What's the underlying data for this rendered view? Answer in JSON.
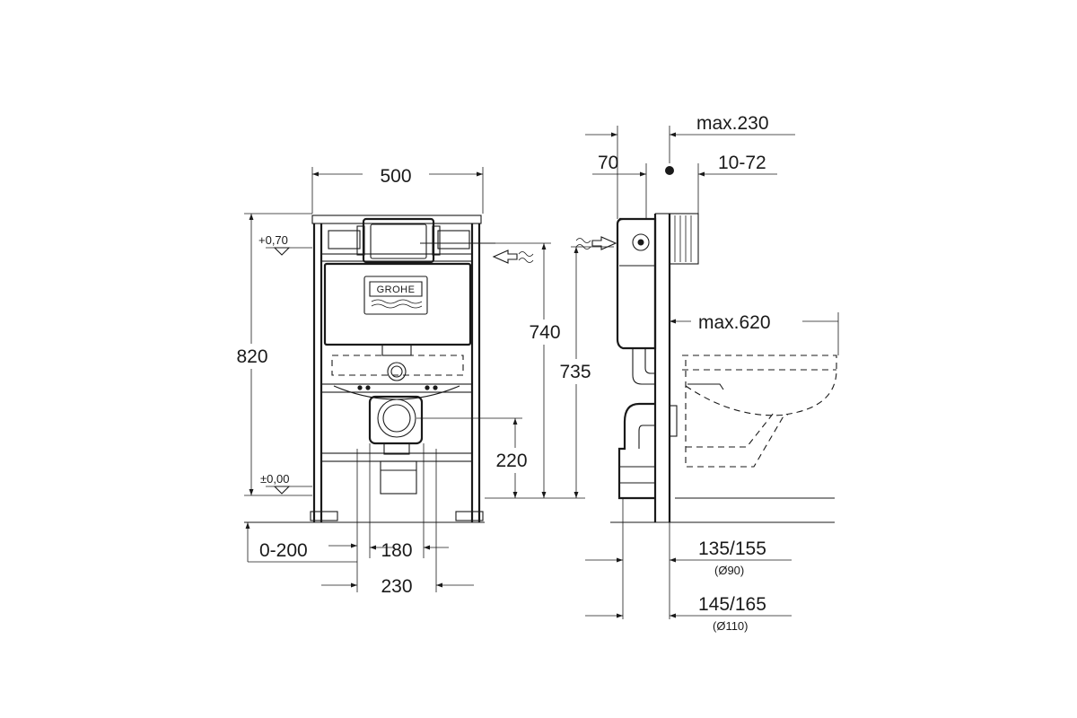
{
  "brand": "GROHE",
  "front_view": {
    "width_label": "500",
    "level_top_label": "+0,70",
    "level_zero_label": "±0,00",
    "height_label": "820",
    "h740_label": "740",
    "h735_label": "735",
    "h220_label": "220",
    "floor_range_label": "0-200",
    "dim_180_label": "180",
    "dim_230_label": "230"
  },
  "side_view": {
    "max230_label": "max.230",
    "dim70_label": "70",
    "dim10_72_label": "10-72",
    "max620_label": "max.620",
    "d135_155_label": "135/155",
    "d90_label": "(Ø90)",
    "d145_165_label": "145/165",
    "d110_label": "(Ø110)"
  }
}
